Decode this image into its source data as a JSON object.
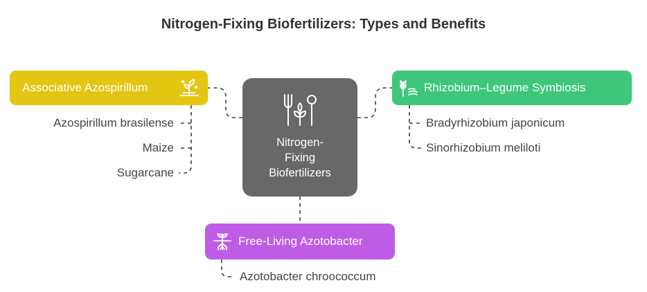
{
  "title": "Nitrogen-Fixing Biofertilizers: Types and Benefits",
  "center": {
    "lines": [
      "Nitrogen-",
      "Fixing",
      "Biofertilizers"
    ],
    "icon": "fork-leaf-spoon-icon",
    "color": "#686868"
  },
  "branches": [
    {
      "label": "Associative Azospirillum",
      "icon": "plant-seedling-icon",
      "color": "#e3c611",
      "items": [
        "Azospirillum brasilense",
        "Maize",
        "Sugarcane"
      ]
    },
    {
      "label": "Rhizobium–Legume Symbiosis",
      "icon": "wheat-sprout-icon",
      "color": "#3ec67a",
      "items": [
        "Bradyrhizobium japonicum",
        "Sinorhizobium meliloti"
      ]
    },
    {
      "label": "Free-Living Azotobacter",
      "icon": "plant-roots-icon",
      "color": "#be5ce6",
      "items": [
        "Azotobacter chroococcum"
      ]
    }
  ]
}
